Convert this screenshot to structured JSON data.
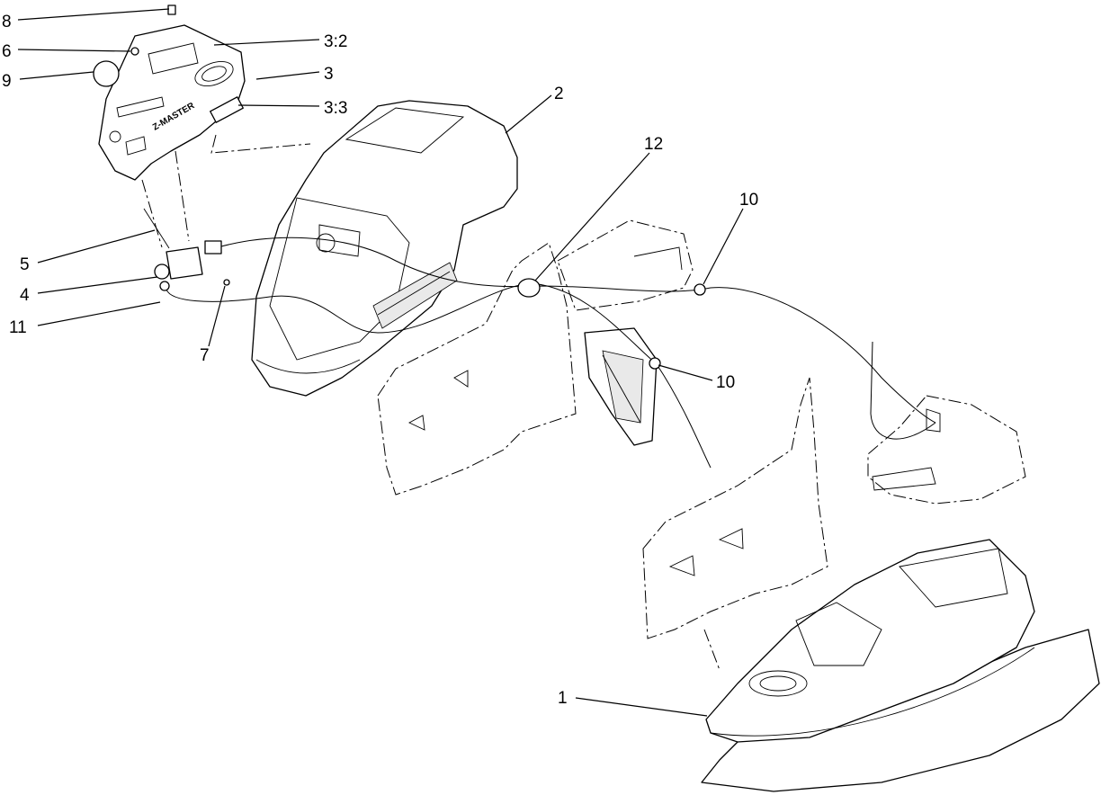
{
  "callouts": {
    "c8": "8",
    "c6": "6",
    "c9": "9",
    "c3_2": "3:2",
    "c3": "3",
    "c3_3": "3:3",
    "c2": "2",
    "c12": "12",
    "c10_top": "10",
    "c10_mid": "10",
    "c5": "5",
    "c4": "4",
    "c11": "11",
    "c7": "7",
    "c1": "1"
  },
  "decal_text": "Z-MASTER"
}
